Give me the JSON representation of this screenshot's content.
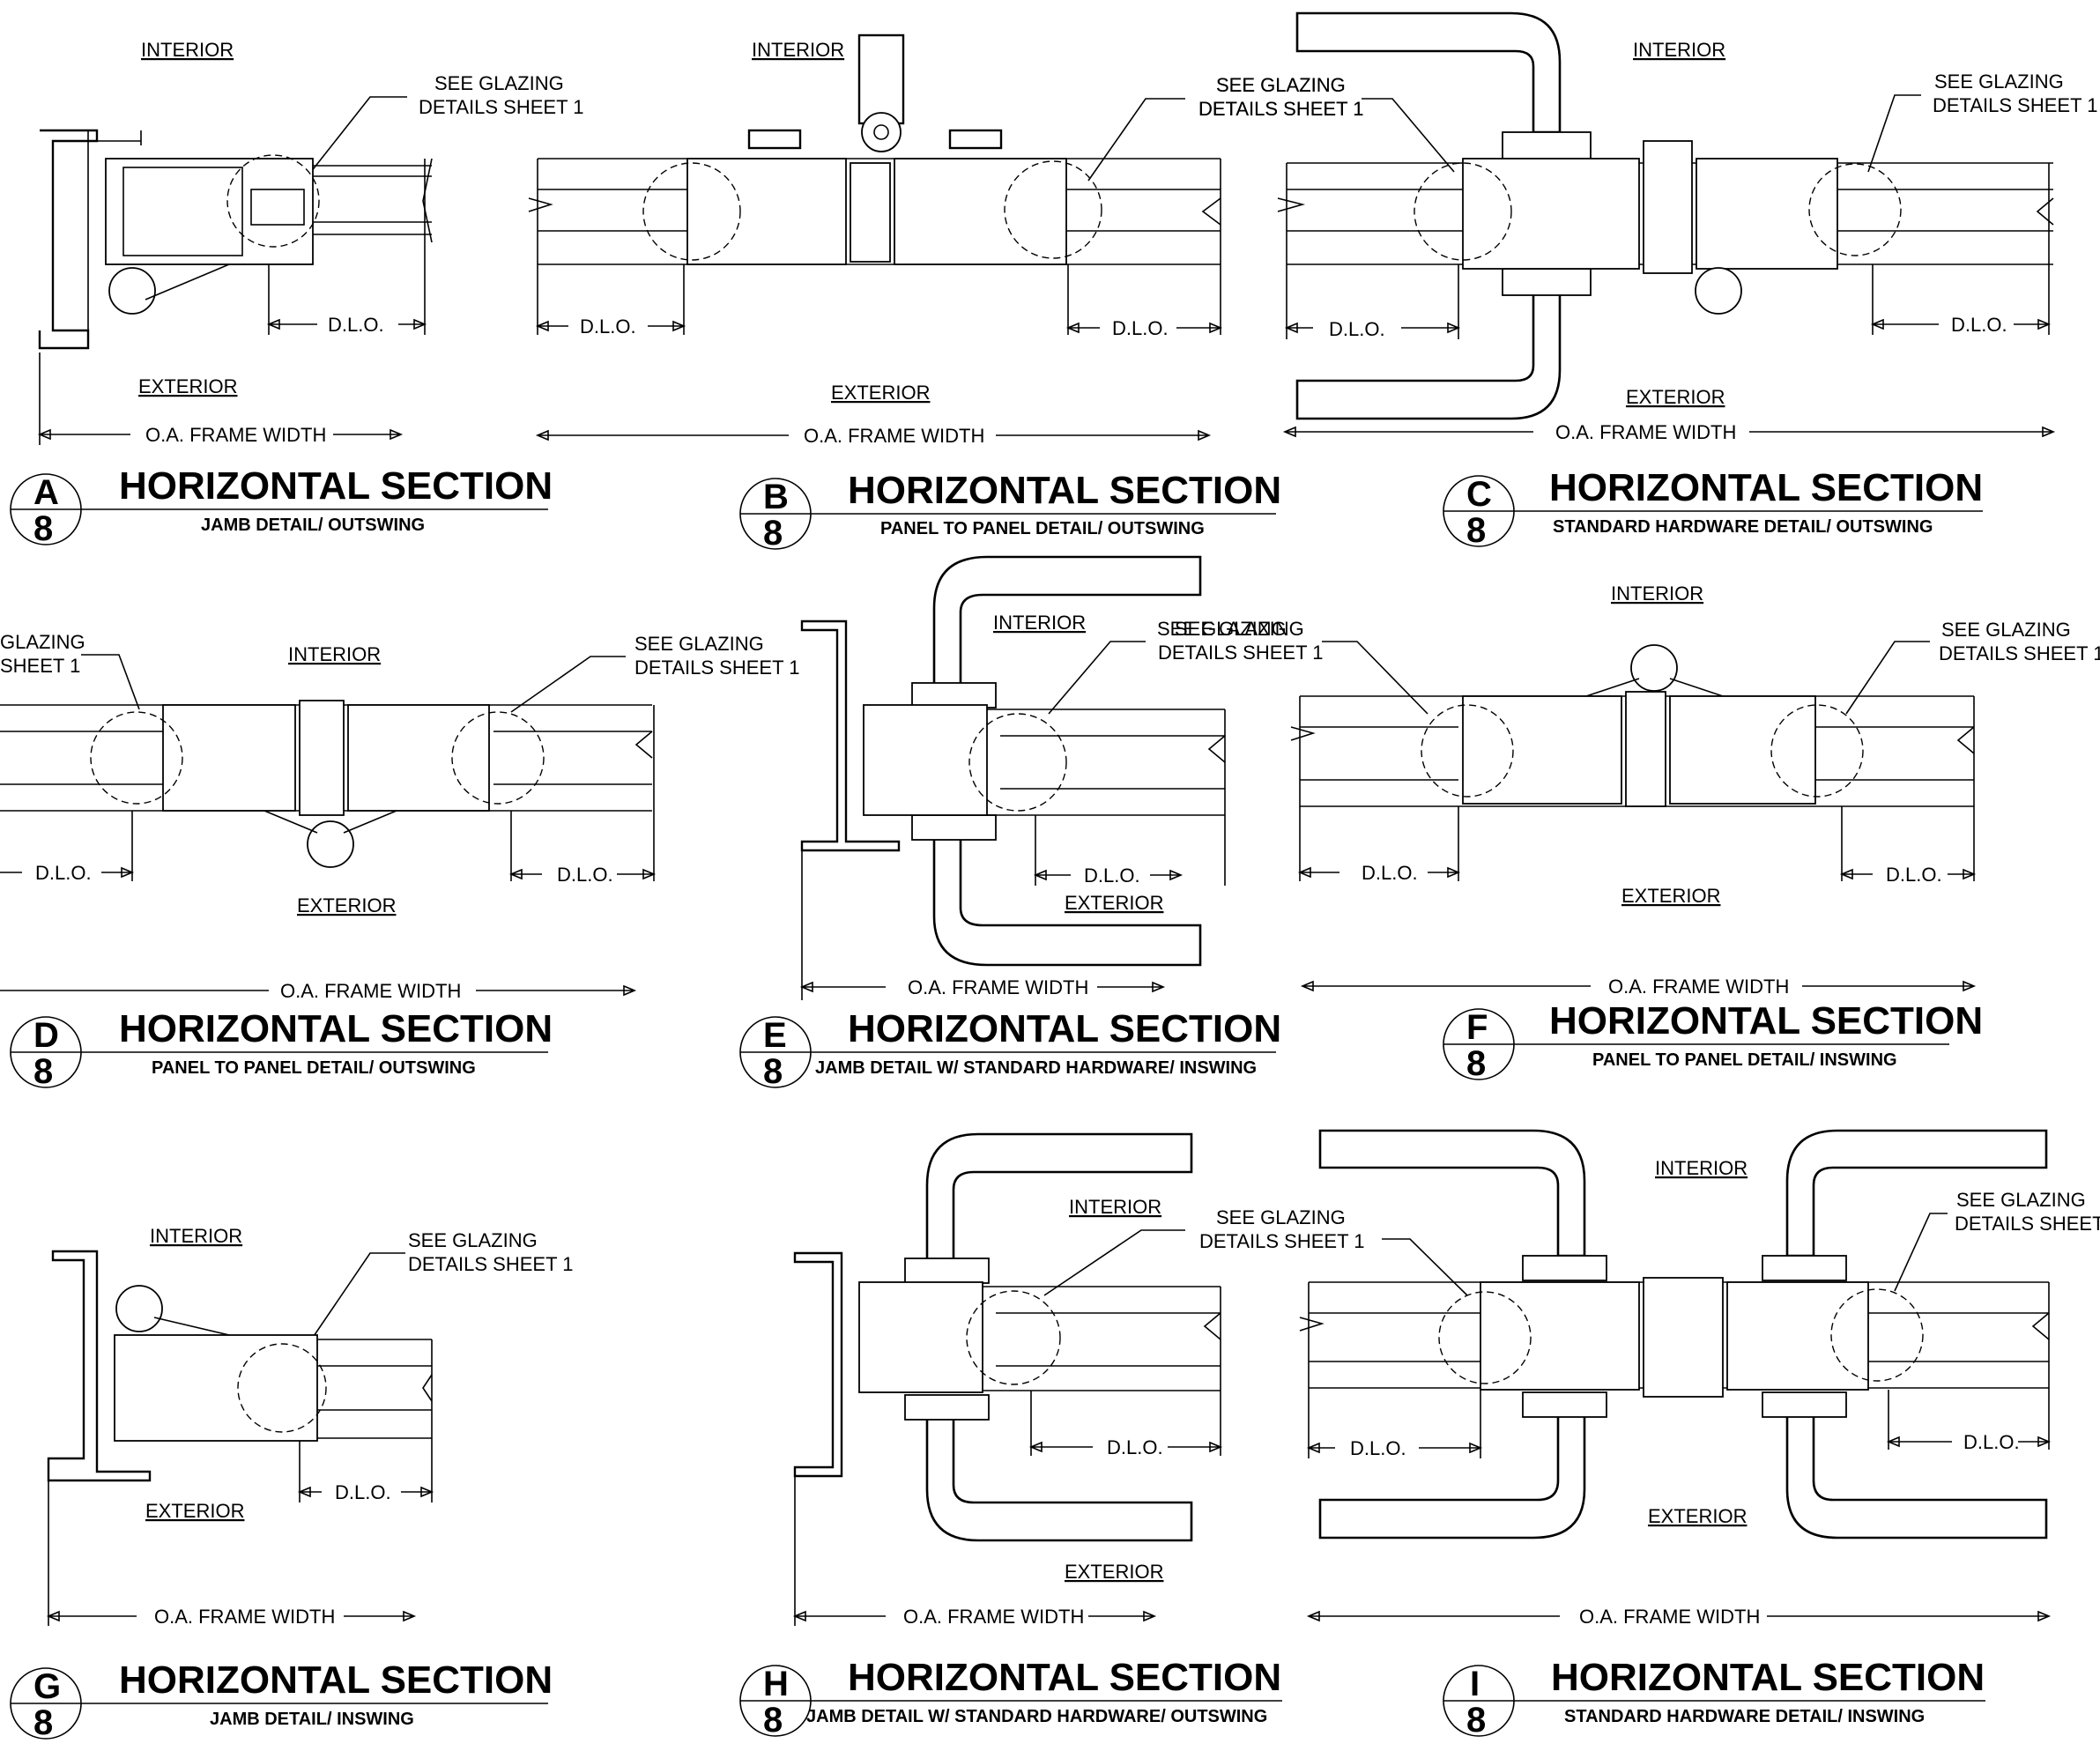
{
  "labels": {
    "interior": "INTERIOR",
    "exterior": "EXTERIOR",
    "see_glazing_1": "SEE GLAZING",
    "see_glazing_2": "DETAILS SHEET 1",
    "see_glazing_clip_1": "GLAZING",
    "see_glazing_clip_2": "SHEET 1",
    "dlo": "D.L.O.",
    "oa_width": "O.A. FRAME WIDTH",
    "sheet_number": "8"
  },
  "sections": [
    {
      "letter": "A",
      "title": "HORIZONTAL SECTION",
      "subtitle": "JAMB DETAIL/ OUTSWING"
    },
    {
      "letter": "B",
      "title": "HORIZONTAL SECTION",
      "subtitle": "PANEL TO PANEL DETAIL/ OUTSWING"
    },
    {
      "letter": "C",
      "title": "HORIZONTAL SECTION",
      "subtitle": "STANDARD HARDWARE DETAIL/ OUTSWING"
    },
    {
      "letter": "D",
      "title": "HORIZONTAL SECTION",
      "subtitle": "PANEL TO PANEL DETAIL/ OUTSWING"
    },
    {
      "letter": "E",
      "title": "HORIZONTAL SECTION",
      "subtitle": "JAMB DETAIL W/ STANDARD HARDWARE/ INSWING"
    },
    {
      "letter": "F",
      "title": "HORIZONTAL SECTION",
      "subtitle": "PANEL TO PANEL DETAIL/ INSWING"
    },
    {
      "letter": "G",
      "title": "HORIZONTAL SECTION",
      "subtitle": "JAMB DETAIL/ INSWING"
    },
    {
      "letter": "H",
      "title": "HORIZONTAL SECTION",
      "subtitle": "JAMB DETAIL W/ STANDARD HARDWARE/ OUTSWING"
    },
    {
      "letter": "I",
      "title": "HORIZONTAL SECTION",
      "subtitle": "STANDARD HARDWARE DETAIL/ INSWING"
    }
  ]
}
